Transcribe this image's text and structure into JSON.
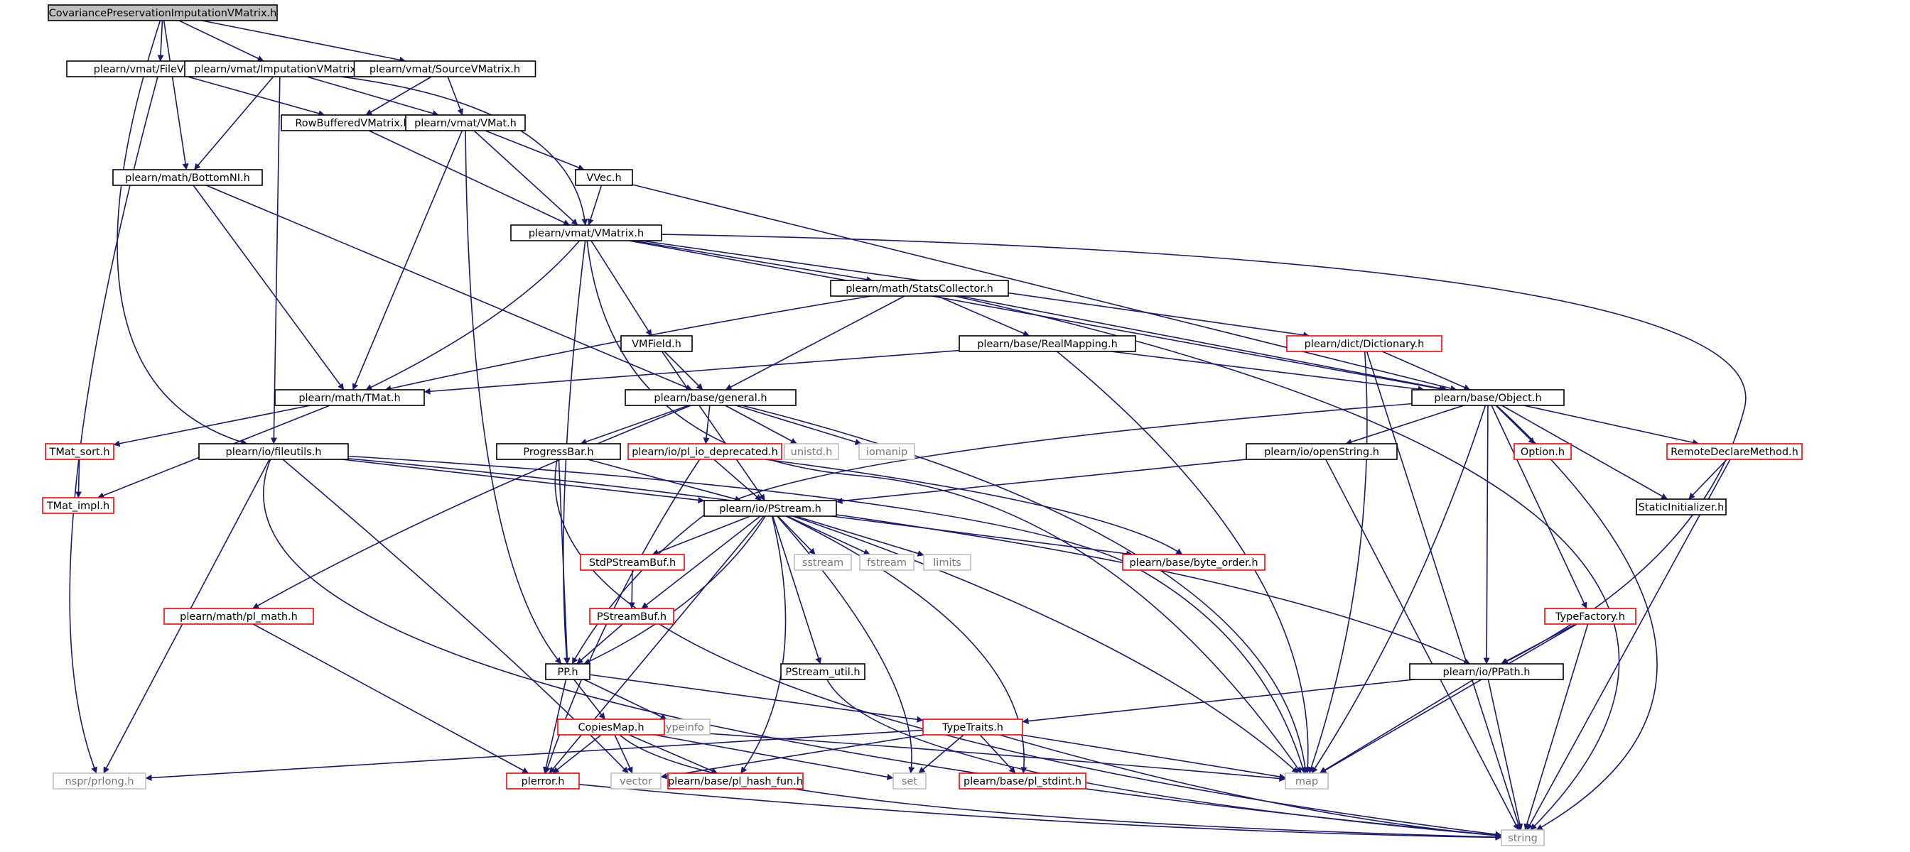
{
  "colors": {
    "edge": "#191970",
    "border_normal": "#000000",
    "border_truncated": "#ff0000",
    "border_external": "#bfbfbf",
    "fill_root": "#bfbfbf",
    "fill_node": "#ffffff",
    "text_normal": "#000000",
    "text_external": "#777777"
  },
  "nodes": [
    {
      "id": "root",
      "label": "CovariancePreservationImputationVMatrix.h",
      "kind": "root"
    },
    {
      "id": "filevm",
      "label": "plearn/vmat/FileVMatrix.h",
      "kind": "normal"
    },
    {
      "id": "impvm",
      "label": "plearn/vmat/ImputationVMatrix.h",
      "kind": "normal"
    },
    {
      "id": "srcvm",
      "label": "plearn/vmat/SourceVMatrix.h",
      "kind": "normal"
    },
    {
      "id": "rowbuf",
      "label": "RowBufferedVMatrix.h",
      "kind": "normal"
    },
    {
      "id": "vmat",
      "label": "plearn/vmat/VMat.h",
      "kind": "normal"
    },
    {
      "id": "bottomnl",
      "label": "plearn/math/BottomNI.h",
      "kind": "normal"
    },
    {
      "id": "vvec",
      "label": "VVec.h",
      "kind": "normal"
    },
    {
      "id": "vmatrix",
      "label": "plearn/vmat/VMatrix.h",
      "kind": "normal"
    },
    {
      "id": "stats",
      "label": "plearn/math/StatsCollector.h",
      "kind": "normal"
    },
    {
      "id": "vmfield",
      "label": "VMField.h",
      "kind": "normal"
    },
    {
      "id": "realmap",
      "label": "plearn/base/RealMapping.h",
      "kind": "normal"
    },
    {
      "id": "dict",
      "label": "plearn/dict/Dictionary.h",
      "kind": "truncated"
    },
    {
      "id": "tmat",
      "label": "plearn/math/TMat.h",
      "kind": "normal"
    },
    {
      "id": "general",
      "label": "plearn/base/general.h",
      "kind": "normal"
    },
    {
      "id": "object",
      "label": "plearn/base/Object.h",
      "kind": "normal"
    },
    {
      "id": "tmatsort",
      "label": "TMat_sort.h",
      "kind": "truncated"
    },
    {
      "id": "fileutils",
      "label": "plearn/io/fileutils.h",
      "kind": "normal"
    },
    {
      "id": "progress",
      "label": "ProgressBar.h",
      "kind": "normal"
    },
    {
      "id": "pliodep",
      "label": "plearn/io/pl_io_deprecated.h",
      "kind": "truncated"
    },
    {
      "id": "unistd",
      "label": "unistd.h",
      "kind": "external"
    },
    {
      "id": "iomanip",
      "label": "iomanip",
      "kind": "external"
    },
    {
      "id": "openstr",
      "label": "plearn/io/openString.h",
      "kind": "normal"
    },
    {
      "id": "option",
      "label": "Option.h",
      "kind": "truncated"
    },
    {
      "id": "remote",
      "label": "RemoteDeclareMethod.h",
      "kind": "truncated"
    },
    {
      "id": "tmatimpl",
      "label": "TMat_impl.h",
      "kind": "truncated"
    },
    {
      "id": "pstream",
      "label": "plearn/io/PStream.h",
      "kind": "normal"
    },
    {
      "id": "staticinit",
      "label": "StaticInitializer.h",
      "kind": "normal"
    },
    {
      "id": "stdpsbuf",
      "label": "StdPStreamBuf.h",
      "kind": "truncated"
    },
    {
      "id": "sstream",
      "label": "sstream",
      "kind": "external"
    },
    {
      "id": "fstream",
      "label": "fstream",
      "kind": "external"
    },
    {
      "id": "limits",
      "label": "limits",
      "kind": "external"
    },
    {
      "id": "byteorder",
      "label": "plearn/base/byte_order.h",
      "kind": "truncated"
    },
    {
      "id": "plmath",
      "label": "plearn/math/pl_math.h",
      "kind": "truncated"
    },
    {
      "id": "psbuf",
      "label": "PStreamBuf.h",
      "kind": "truncated"
    },
    {
      "id": "typefac",
      "label": "TypeFactory.h",
      "kind": "truncated"
    },
    {
      "id": "pp",
      "label": "PP.h",
      "kind": "normal"
    },
    {
      "id": "psutil",
      "label": "PStream_util.h",
      "kind": "normal"
    },
    {
      "id": "ppath",
      "label": "plearn/io/PPath.h",
      "kind": "normal"
    },
    {
      "id": "typeinfo",
      "label": "typeinfo",
      "kind": "external"
    },
    {
      "id": "copies",
      "label": "CopiesMap.h",
      "kind": "truncated"
    },
    {
      "id": "traits",
      "label": "TypeTraits.h",
      "kind": "truncated"
    },
    {
      "id": "nspr",
      "label": "nspr/prlong.h",
      "kind": "external"
    },
    {
      "id": "plerror",
      "label": "plerror.h",
      "kind": "truncated"
    },
    {
      "id": "vector",
      "label": "vector",
      "kind": "external"
    },
    {
      "id": "hashfun",
      "label": "plearn/base/pl_hash_fun.h",
      "kind": "truncated"
    },
    {
      "id": "set",
      "label": "set",
      "kind": "external"
    },
    {
      "id": "stdint",
      "label": "plearn/base/pl_stdint.h",
      "kind": "truncated"
    },
    {
      "id": "map",
      "label": "map",
      "kind": "external"
    },
    {
      "id": "string",
      "label": "string",
      "kind": "external"
    }
  ],
  "edges": [
    [
      "root",
      "filevm"
    ],
    [
      "root",
      "impvm"
    ],
    [
      "root",
      "srcvm"
    ],
    [
      "root",
      "bottomnl"
    ],
    [
      "root",
      "fileutils"
    ],
    [
      "filevm",
      "rowbuf"
    ],
    [
      "filevm",
      "nspr"
    ],
    [
      "impvm",
      "vmat"
    ],
    [
      "impvm",
      "bottomnl"
    ],
    [
      "impvm",
      "fileutils"
    ],
    [
      "impvm",
      "vmatrix"
    ],
    [
      "srcvm",
      "rowbuf"
    ],
    [
      "srcvm",
      "vmat"
    ],
    [
      "rowbuf",
      "vmatrix"
    ],
    [
      "vmat",
      "vvec"
    ],
    [
      "vmat",
      "vmatrix"
    ],
    [
      "vmat",
      "tmat"
    ],
    [
      "vmat",
      "pp"
    ],
    [
      "bottomnl",
      "tmat"
    ],
    [
      "bottomnl",
      "general"
    ],
    [
      "vvec",
      "vmatrix"
    ],
    [
      "vvec",
      "object"
    ],
    [
      "vmatrix",
      "stats"
    ],
    [
      "vmatrix",
      "vmfield"
    ],
    [
      "vmatrix",
      "dict"
    ],
    [
      "vmatrix",
      "object"
    ],
    [
      "vmatrix",
      "tmat"
    ],
    [
      "vmatrix",
      "pp"
    ],
    [
      "vmatrix",
      "ppath"
    ],
    [
      "vmatrix",
      "map"
    ],
    [
      "stats",
      "tmat"
    ],
    [
      "stats",
      "general"
    ],
    [
      "stats",
      "realmap"
    ],
    [
      "stats",
      "object"
    ],
    [
      "stats",
      "string"
    ],
    [
      "vmfield",
      "general"
    ],
    [
      "vmfield",
      "pstream"
    ],
    [
      "realmap",
      "tmat"
    ],
    [
      "realmap",
      "object"
    ],
    [
      "realmap",
      "map"
    ],
    [
      "dict",
      "object"
    ],
    [
      "dict",
      "map"
    ],
    [
      "dict",
      "string"
    ],
    [
      "tmat",
      "tmatsort"
    ],
    [
      "tmat",
      "tmatimpl"
    ],
    [
      "tmatsort",
      "tmatimpl"
    ],
    [
      "general",
      "progress"
    ],
    [
      "general",
      "pliodep"
    ],
    [
      "general",
      "unistd"
    ],
    [
      "general",
      "iomanip"
    ],
    [
      "general",
      "plmath"
    ],
    [
      "general",
      "map"
    ],
    [
      "object",
      "openstr"
    ],
    [
      "object",
      "option"
    ],
    [
      "object",
      "remote"
    ],
    [
      "object",
      "staticinit"
    ],
    [
      "object",
      "typefac"
    ],
    [
      "object",
      "ppath"
    ],
    [
      "object",
      "pp"
    ],
    [
      "object",
      "map"
    ],
    [
      "object",
      "string"
    ],
    [
      "fileutils",
      "pstream"
    ],
    [
      "fileutils",
      "ppath"
    ],
    [
      "fileutils",
      "nspr"
    ],
    [
      "fileutils",
      "vector"
    ],
    [
      "fileutils",
      "map"
    ],
    [
      "fileutils",
      "string"
    ],
    [
      "progress",
      "pstream"
    ],
    [
      "progress",
      "pp"
    ],
    [
      "progress",
      "string"
    ],
    [
      "pliodep",
      "pstream"
    ],
    [
      "pliodep",
      "plerror"
    ],
    [
      "pliodep",
      "byteorder"
    ],
    [
      "openstr",
      "pstream"
    ],
    [
      "openstr",
      "string"
    ],
    [
      "remote",
      "staticinit"
    ],
    [
      "remote",
      "string"
    ],
    [
      "pstream",
      "stdpsbuf"
    ],
    [
      "pstream",
      "psbuf"
    ],
    [
      "pstream",
      "pp"
    ],
    [
      "pstream",
      "sstream"
    ],
    [
      "pstream",
      "fstream"
    ],
    [
      "pstream",
      "limits"
    ],
    [
      "pstream",
      "byteorder"
    ],
    [
      "pstream",
      "psutil"
    ],
    [
      "pstream",
      "hashfun"
    ],
    [
      "pstream",
      "set"
    ],
    [
      "pstream",
      "stdint"
    ],
    [
      "pstream",
      "map"
    ],
    [
      "pstream",
      "plerror"
    ],
    [
      "stdpsbuf",
      "psbuf"
    ],
    [
      "psbuf",
      "pp"
    ],
    [
      "plmath",
      "plerror"
    ],
    [
      "typefac",
      "ppath"
    ],
    [
      "typefac",
      "map"
    ],
    [
      "typefac",
      "string"
    ],
    [
      "pp",
      "copies"
    ],
    [
      "pp",
      "typeinfo"
    ],
    [
      "pp",
      "traits"
    ],
    [
      "pp",
      "plerror"
    ],
    [
      "psutil",
      "string"
    ],
    [
      "ppath",
      "traits"
    ],
    [
      "ppath",
      "map"
    ],
    [
      "ppath",
      "string"
    ],
    [
      "copies",
      "plerror"
    ],
    [
      "copies",
      "vector"
    ],
    [
      "copies",
      "hashfun"
    ],
    [
      "copies",
      "set"
    ],
    [
      "copies",
      "map"
    ],
    [
      "copies",
      "string"
    ],
    [
      "traits",
      "nspr"
    ],
    [
      "traits",
      "vector"
    ],
    [
      "traits",
      "set"
    ],
    [
      "traits",
      "stdint"
    ],
    [
      "traits",
      "map"
    ],
    [
      "traits",
      "string"
    ],
    [
      "plerror",
      "string"
    ]
  ]
}
